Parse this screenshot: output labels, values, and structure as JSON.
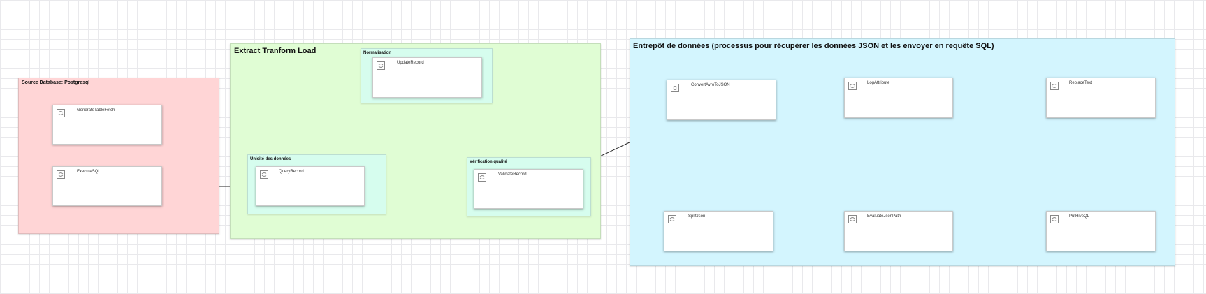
{
  "groups": {
    "source": {
      "title": "Source Database: Postgresql",
      "color": "#ffd5d6"
    },
    "etl": {
      "title": "Extract Tranform Load",
      "color": "#e0fdd4"
    },
    "warehouse": {
      "title": "Entrepôt de données (processus pour récupérer les données JSON et les envoyer en requête SQL)",
      "color": "#d3f5fe"
    }
  },
  "subgroups": {
    "normalisation": {
      "title": "Normalisation",
      "color": "#d6fdee"
    },
    "unicite": {
      "title": "Unicité des données",
      "color": "#d6fdee"
    },
    "verification": {
      "title": "Vérification qualité",
      "color": "#d6fdee"
    }
  },
  "processors": {
    "generate_table_fetch": "GenerateTableFetch",
    "execute_sql": "ExecuteSQL",
    "update_record": "UpdateRecord",
    "query_record": "QueryRecord",
    "validate_record": "ValidateRecord",
    "convert_avro_to_json": "ConvertAvroToJSON",
    "log_attribute": "LogAttribute",
    "replace_text": "ReplaceText",
    "split_json": "SplitJson",
    "evaluate_json_path": "EvaluateJsonPath",
    "put_hive_ql": "PutHiveQL"
  },
  "icons": {
    "processor": "processor-icon"
  }
}
